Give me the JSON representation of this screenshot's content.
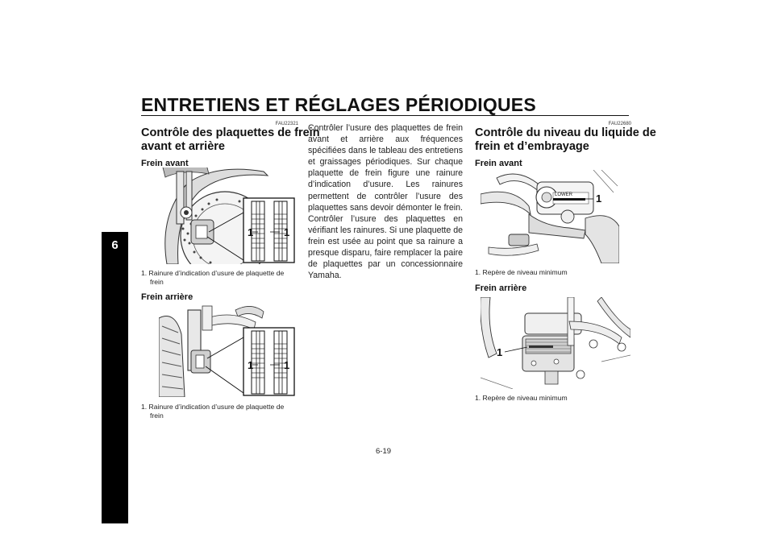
{
  "header": {
    "title": "ENTRETIENS ET RÉGLAGES PÉRIODIQUES"
  },
  "chapter_tab": "6",
  "left_column": {
    "code": "FAU22321",
    "title_line1": "Contrôle des plaquettes de frein",
    "title_line2": "avant et arrière",
    "front_heading": "Frein avant",
    "front_figure_labels": [
      "1",
      "1"
    ],
    "front_caption_line1": "1. Rainure d’indication d’usure de plaquette de",
    "front_caption_line2": "frein",
    "rear_heading": "Frein arrière",
    "rear_figure_labels": [
      "1",
      "1"
    ],
    "rear_caption_line1": "1. Rainure d’indication d’usure de plaquette de",
    "rear_caption_line2": "frein"
  },
  "middle_column": {
    "text": "Contrôler l’usure des plaquettes de frein avant et arrière aux fréquences spécifiées dans le tableau des entretiens et graissa­ges périodiques. Sur chaque plaquette de frein figure une rainure d’indication d’usure. Les rainures permettent de contrôler l’usure des plaquettes sans devoir démonter le frein. Contrôler l’usure des plaquettes en vérifiant les rainures. Si une plaquette de frein est usée au point que sa rainure a presque disparu, faire remplacer la paire de plaquettes par un concessionnaire Yamaha."
  },
  "right_column": {
    "code": "FAU22680",
    "title_line1": "Contrôle du niveau du liquide de",
    "title_line2": "frein et d’embrayage",
    "front_heading": "Frein avant",
    "front_figure_lower": "LOWER",
    "front_figure_label": "1",
    "front_caption": "1. Repère de niveau minimum",
    "rear_heading": "Frein arrière",
    "rear_figure_label": "1",
    "rear_caption": "1. Repère de niveau minimum"
  },
  "footer": {
    "page_number": "6-19"
  }
}
